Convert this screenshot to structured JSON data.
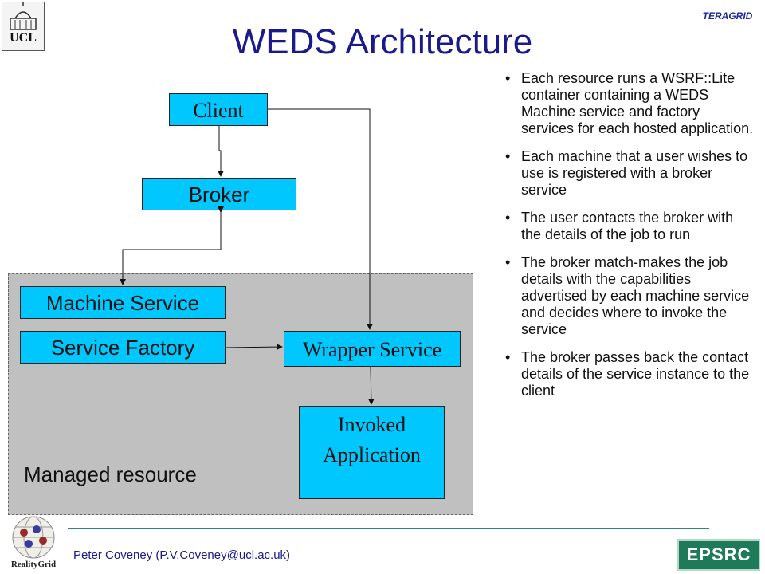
{
  "title": "WEDS Architecture",
  "logos": {
    "ucl": "UCL",
    "teragrid": "TERAGRID",
    "realitygrid": "RealityGrid",
    "epsrc": "EPSRC"
  },
  "diagram": {
    "client": "Client",
    "broker": "Broker",
    "machine_service": "Machine Service",
    "service_factory": "Service Factory",
    "wrapper_service": "Wrapper Service",
    "invoked_application": [
      "Invoked",
      "Application"
    ],
    "managed_resource": "Managed resource",
    "colors": {
      "box_fill": "#00c8ff",
      "managed_fill": "#c0c0c0",
      "title": "#1a1a8c"
    }
  },
  "bullets": [
    "Each resource runs a WSRF::Lite container containing a WEDS Machine service and factory services for each hosted application.",
    "Each machine that a user wishes to use is registered with a broker service",
    "The user contacts the broker with the details of the job to run",
    "The broker match-makes the job details with the capabilities advertised by each machine service and decides where to invoke the service",
    "The broker passes back the contact details of the service instance to the client"
  ],
  "footer": "Peter Coveney (P.V.Coveney@ucl.ac.uk)"
}
